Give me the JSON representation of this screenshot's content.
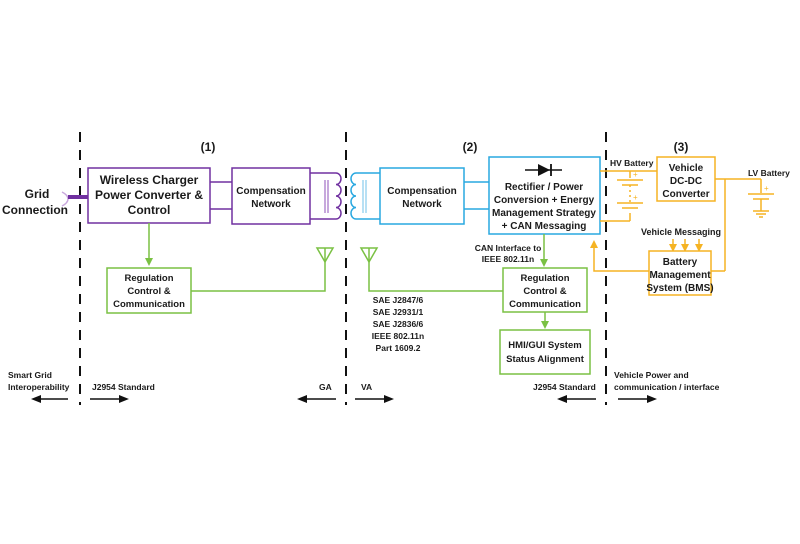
{
  "colors": {
    "purple": "#7030a0",
    "blue": "#29a8e0",
    "green": "#7ac143",
    "orange": "#f5b323",
    "dash": "#111111",
    "text": "#1a1a1a"
  },
  "sections": {
    "s1": "(1)",
    "s2": "(2)",
    "s3": "(3)"
  },
  "grid": {
    "line1": "Grid",
    "line2": "Connection"
  },
  "blocks": {
    "wireless_charger": [
      "Wireless Charger",
      "Power Converter &",
      "Control"
    ],
    "comp_ga": [
      "Compensation",
      "Network"
    ],
    "comp_va": [
      "Compensation",
      "Network"
    ],
    "rectifier": [
      "Rectifier / Power",
      "Conversion + Energy",
      "Management Strategy",
      "+ CAN Messaging"
    ],
    "dcdc": [
      "Vehicle",
      "DC-DC",
      "Converter"
    ],
    "bms": [
      "Battery",
      "Management",
      "System (BMS)"
    ],
    "reg_ga": [
      "Regulation",
      "Control &",
      "Communication"
    ],
    "reg_va": [
      "Regulation",
      "Control &",
      "Communication"
    ],
    "hmi": [
      "HMI/GUI System",
      "Status Alignment"
    ]
  },
  "labels": {
    "hv_battery": "HV Battery",
    "lv_battery": "LV Battery",
    "vehicle_messaging": "Vehicle Messaging",
    "can_interface": [
      "CAN Interface to",
      "IEEE 802.11n"
    ],
    "standards": [
      "SAE J2847/6",
      "SAE J2931/1",
      "SAE J2836/6",
      "IEEE 802.11n",
      "Part 1609.2"
    ]
  },
  "footer": {
    "smart_grid": [
      "Smart Grid",
      "Interoperability"
    ],
    "j2954_left": "J2954 Standard",
    "ga": "GA",
    "va": "VA",
    "j2954_right": "J2954 Standard",
    "vehicle_power": [
      "Vehicle Power and",
      "communication / interface"
    ]
  }
}
